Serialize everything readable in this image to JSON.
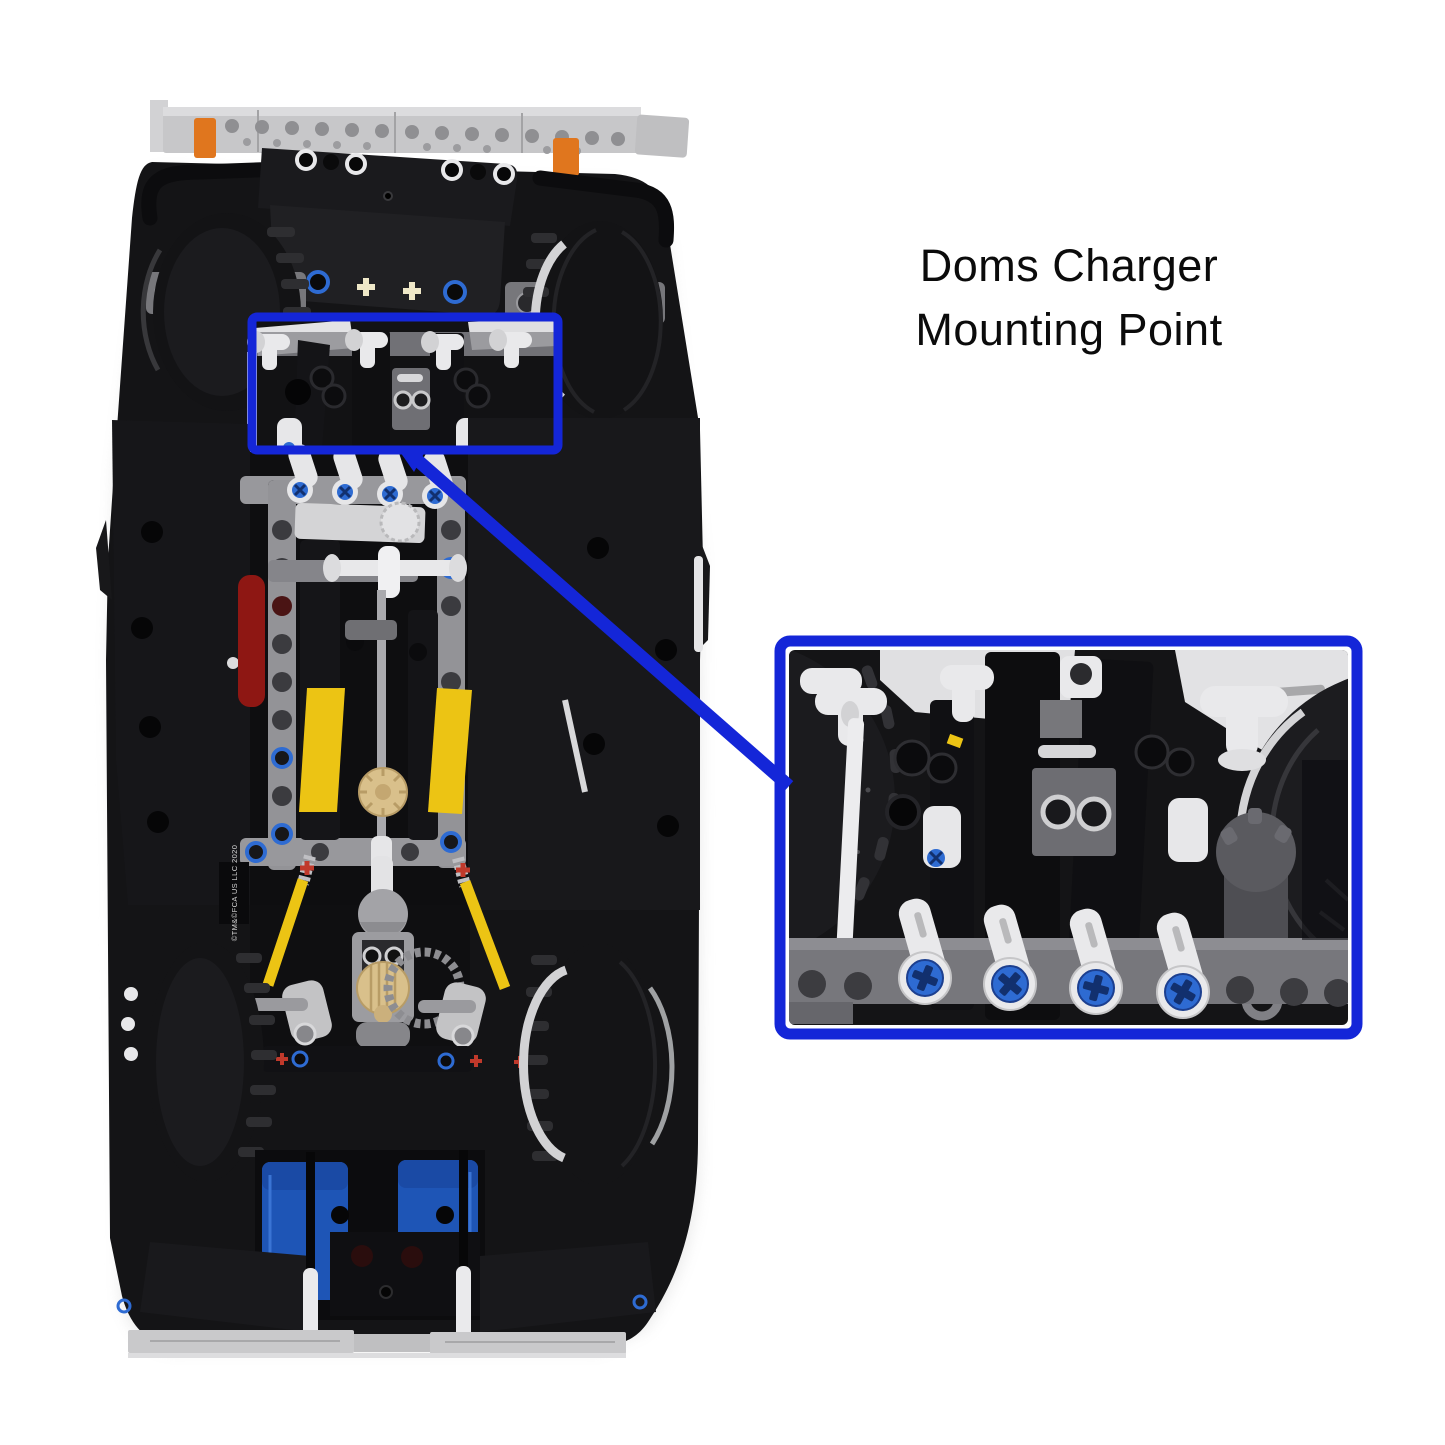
{
  "page": {
    "background": "#ffffff"
  },
  "annotation": {
    "label_line1": "Doms Charger",
    "label_line2": "Mounting Point",
    "highlight_shape": "rectangle",
    "callout": "line-to-inset"
  },
  "photo": {
    "subject": "lego-car-chassis-underside",
    "sticker_text": "©TM&©FCA US LLC 2020"
  },
  "inset": {
    "subject": "mounting-point-zoom"
  },
  "colors": {
    "accent-blue": "#1426d8",
    "pin-blue": "#2e6bd2",
    "lego-yellow": "#ecc414",
    "lego-red": "#8e1713",
    "motor-blue": "#1e55b6",
    "tan-gear": "#d9c08b",
    "trans-orange": "#e0761e",
    "red-pin": "#c0392b"
  }
}
